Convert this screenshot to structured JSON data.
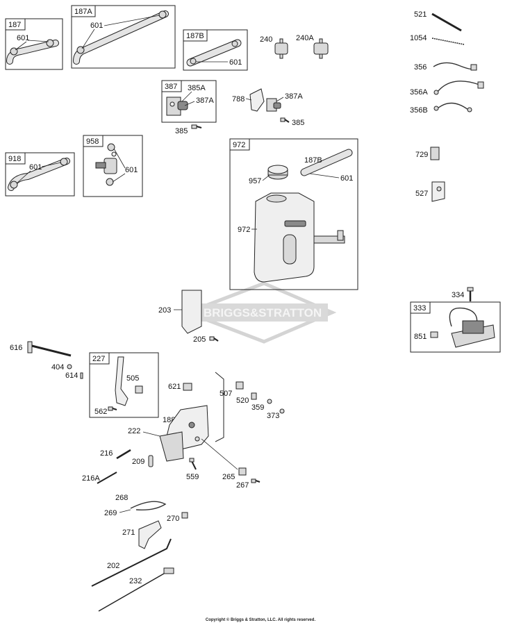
{
  "watermark": {
    "text": "BRIGGS&STRATTON",
    "color": "#cfcfcf"
  },
  "copyright": "Copyright © Briggs & Stratton, LLC. All rights reserved.",
  "boxes": {
    "b187": "187",
    "b187A": "187A",
    "b187B": "187B",
    "b387": "387",
    "b918": "918",
    "b958": "958",
    "b972": "972",
    "b333": "333",
    "b227": "227"
  },
  "labels": {
    "l601a": "601",
    "l601b": "601",
    "l601c": "601",
    "l240": "240",
    "l240A": "240A",
    "l521": "521",
    "l1054": "1054",
    "l356": "356",
    "l356A": "356A",
    "l356B": "356B",
    "l385A": "385A",
    "l387Aa": "387A",
    "l385a": "385",
    "l788": "788",
    "l387Ab": "387A",
    "l385b": "385",
    "l601d": "601",
    "l601e": "601",
    "l187B2": "187B",
    "l957": "957",
    "l601f": "601",
    "l972b": "972",
    "l729": "729",
    "l527": "527",
    "l334": "334",
    "l851": "851",
    "l203": "203",
    "l205": "205",
    "l616": "616",
    "l404": "404",
    "l614": "614",
    "l505": "505",
    "l562": "562",
    "l621": "621",
    "l507": "507",
    "l520": "520",
    "l359": "359",
    "l373": "373",
    "l188": "188",
    "l222": "222",
    "l216": "216",
    "l209": "209",
    "l216A": "216A",
    "l559": "559",
    "l265": "265",
    "l267": "267",
    "l268": "268",
    "l269": "269",
    "l270": "270",
    "l271": "271",
    "l202": "202",
    "l232": "232"
  }
}
